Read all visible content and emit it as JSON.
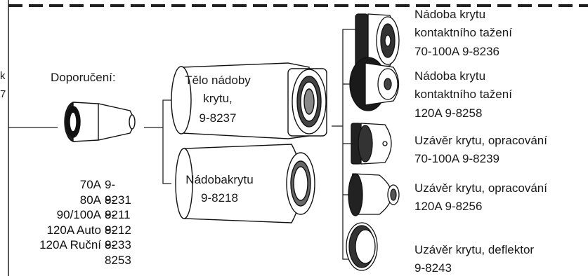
{
  "left_edge_marks": [
    "k",
    "7"
  ],
  "recommended": {
    "heading": "Doporučení:",
    "rows": [
      {
        "size": "70A",
        "part": "9-8231"
      },
      {
        "size": "80A",
        "part": "9-8211"
      },
      {
        "size": "90/100A",
        "part": "9-8212"
      },
      {
        "size": "120A Auto",
        "part": "9-8233"
      },
      {
        "size": "120A Ruční",
        "part": "9-8253"
      }
    ]
  },
  "cup_body": {
    "line1": "Tělo nádoby",
    "line2": "krytu,",
    "line3": "9-8237"
  },
  "cup": {
    "line1": "Nádobakrytu",
    "line2": "9-8218"
  },
  "parts": [
    {
      "line1": "Nádoba krytu",
      "line2": "kontaktního tažení",
      "line3": "70-100A  9-8236"
    },
    {
      "line1": "Nádoba krytu",
      "line2": "kontaktního tažení",
      "line3": "120A  9-8258"
    },
    {
      "line1": "Uzávěr krytu, opracování",
      "line2": "70-100A  9-8239"
    },
    {
      "line1": "Uzávěr krytu, opracování",
      "line2": "120A  9-8256"
    },
    {
      "line1": "Uzávěr krytu, deflektor",
      "line2": "9-8243"
    }
  ]
}
